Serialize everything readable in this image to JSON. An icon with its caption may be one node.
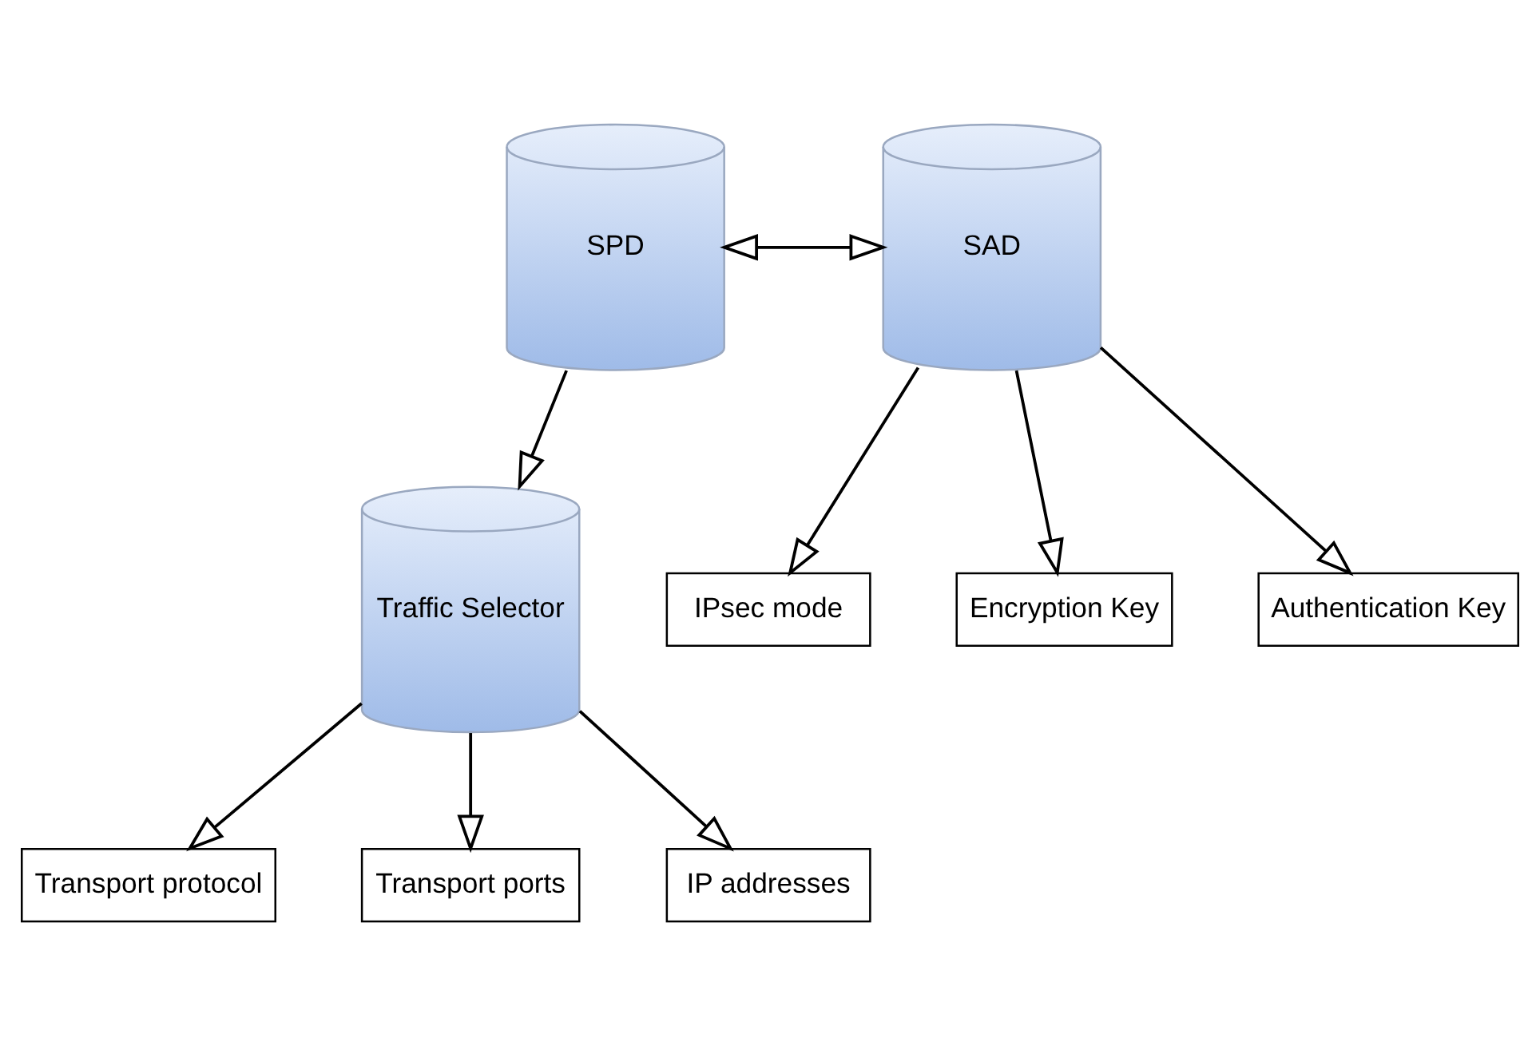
{
  "diagram": {
    "nodes": [
      {
        "text": [
          "SPD"
        ]
      },
      {
        "text": [
          "SAD"
        ]
      },
      {
        "text": [
          "IPsec mode"
        ]
      },
      {
        "text": [
          "Encryption Key"
        ]
      },
      {
        "text": [
          "Authentication Key"
        ]
      },
      {
        "text": [
          "Traffic Selector"
        ]
      },
      {
        "text": [
          "Transport protocol"
        ]
      },
      {
        "text": [
          "Transport ports"
        ]
      },
      {
        "text": [
          "IP addresses"
        ]
      }
    ],
    "edges": [
      {
        "from": 0,
        "to": 1,
        "arrow": "both"
      },
      {
        "from": 1,
        "to": 2,
        "arrow": "to"
      },
      {
        "from": 1,
        "to": 3,
        "arrow": "to"
      },
      {
        "from": 1,
        "to": 4,
        "arrow": "to"
      },
      {
        "from": 0,
        "to": 5,
        "arrow": "to"
      },
      {
        "from": 5,
        "to": 6,
        "arrow": "to"
      },
      {
        "from": 5,
        "to": 7,
        "arrow": "to"
      },
      {
        "from": 5,
        "to": 8,
        "arrow": "to"
      }
    ]
  }
}
